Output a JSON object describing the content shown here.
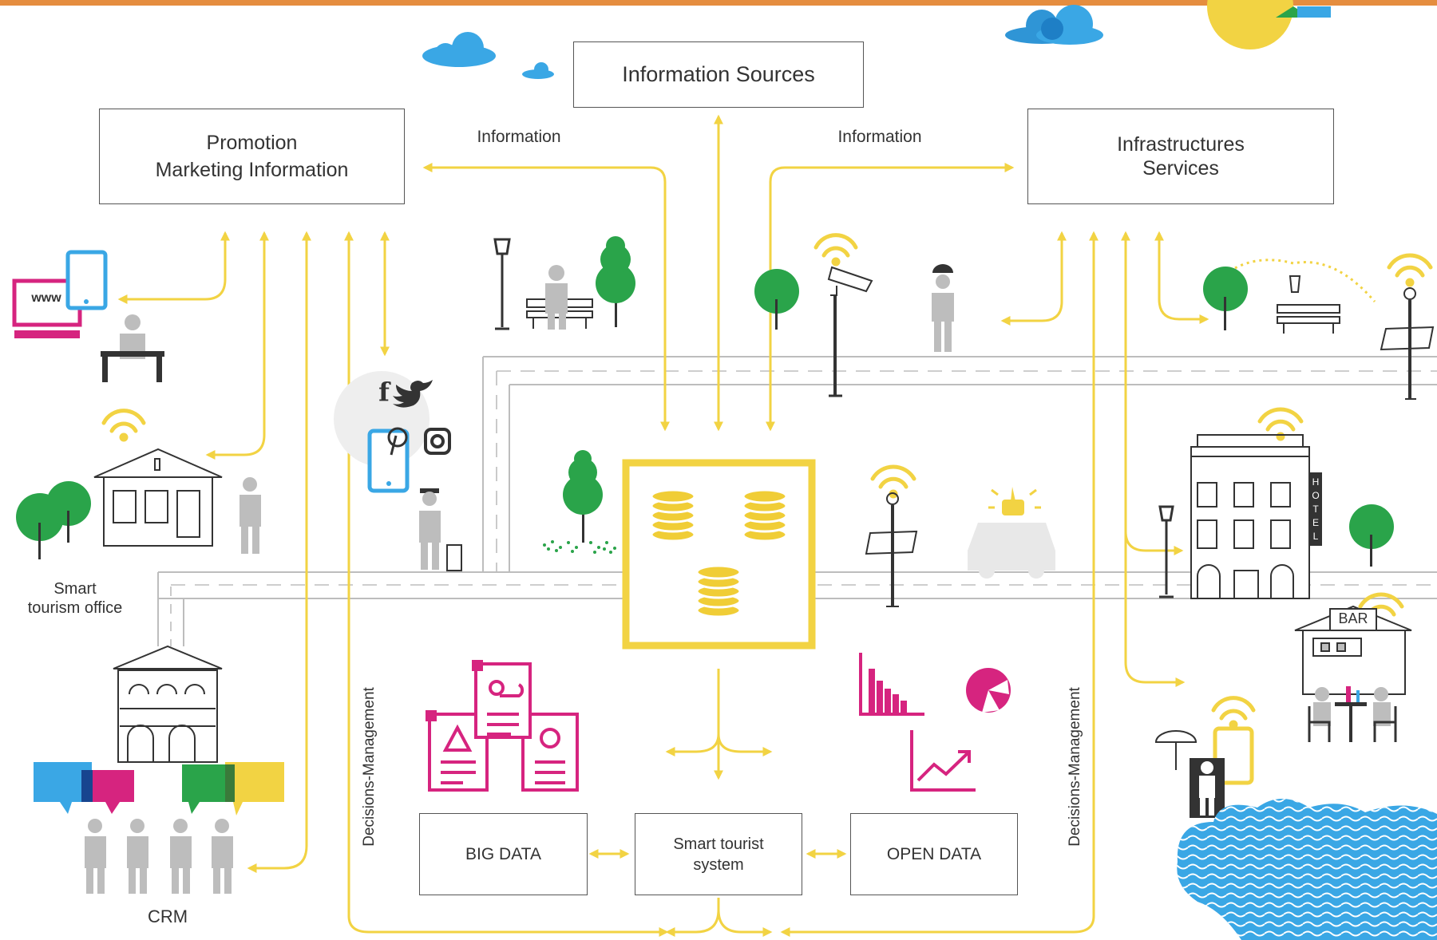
{
  "colors": {
    "flow_line": "#f2d343",
    "central_hub": "#f2d343",
    "database": "#f0cd36",
    "accent_magenta": "#d6247f",
    "accent_blue": "#3aa7e5",
    "tree_green": "#2aa44a",
    "road_gray": "#bdbdbd",
    "water": "#3aa7e5",
    "top_border": "#e58d3f"
  },
  "boxes": {
    "information_sources": "Information Sources",
    "promotion": "Promotion\nMarketing Information",
    "infrastructures": "Infrastructures\nServices",
    "big_data": "BIG DATA",
    "smart_system": "Smart tourist\nsystem",
    "open_data": "OPEN DATA"
  },
  "labels": {
    "information_left": "Information",
    "information_right": "Information",
    "decisions_left": "Decisions-Management",
    "decisions_right": "Decisions-Management",
    "smart_office": "Smart\ntourism office",
    "crm": "CRM",
    "website": "www",
    "bar_sign": "BAR",
    "hotel_sign": "HOTEL",
    "social_facebook": "f"
  },
  "icons": [
    "cloud-icon",
    "sun-icon",
    "computer-icon",
    "tablet-icon",
    "person-icon",
    "wifi-icon",
    "tree-icon",
    "street-lamp-icon",
    "bench-icon",
    "camera-icon",
    "police-icon",
    "database-icon",
    "solar-lamp-icon",
    "car-icon",
    "hotel-icon",
    "bar-icon",
    "document-icon",
    "chart-icon",
    "pie-chart-icon",
    "speech-bubble-icon",
    "umbrella-icon",
    "phone-icon",
    "water-icon",
    "twitter-icon",
    "pinterest-icon",
    "instagram-icon",
    "office-building-icon",
    "museum-icon"
  ]
}
